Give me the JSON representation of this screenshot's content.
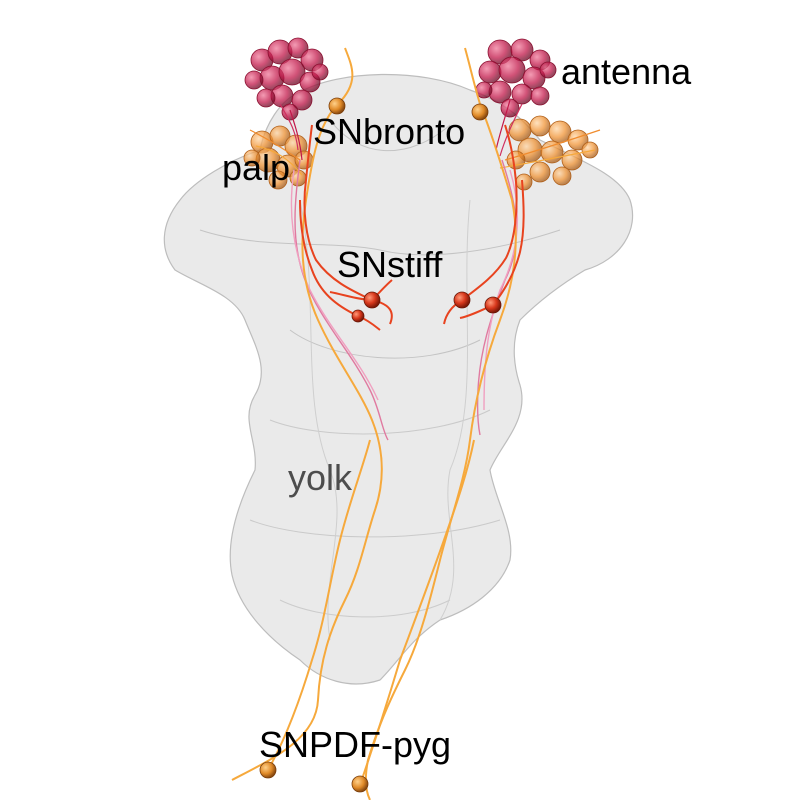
{
  "labels": {
    "antenna": "antenna",
    "sn_bronto": "SNbronto",
    "palp": "palp",
    "sn_stiff": "SNstiff",
    "yolk": "yolk",
    "sn_pdf_pyg": "SNPDF-pyg"
  },
  "colors": {
    "background": "#ffffff",
    "body_fill": "#d9d9d9",
    "body_stroke": "#bdbdbd",
    "antenna": "#c2184a",
    "palp": "#f08c2e",
    "sn_stiff": "#e8431f",
    "sn_bronto": "#f0a23a",
    "sn_pdf_pyg": "#f6a93c",
    "text": "#000000",
    "yolk_text": "#4d4d4d"
  }
}
